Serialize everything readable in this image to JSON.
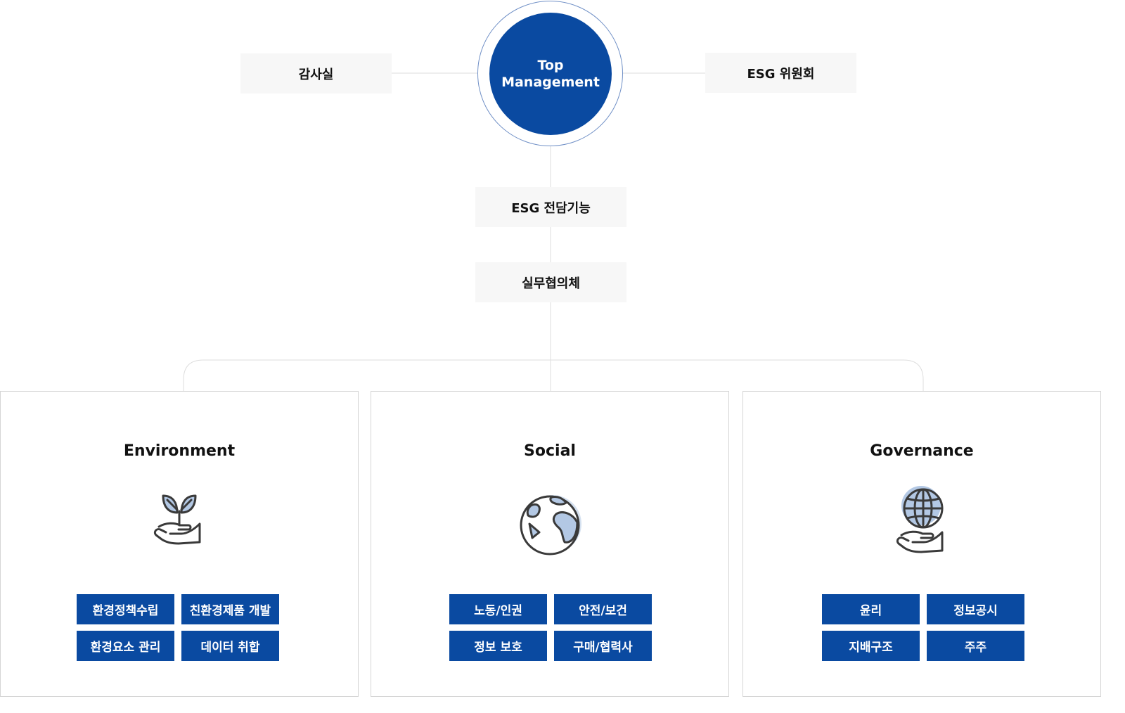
{
  "top": {
    "label": "Top\nManagement"
  },
  "side_nodes": {
    "left": "감사실",
    "right": "ESG 위원회"
  },
  "chain_nodes": [
    "ESG 전담기능",
    "실무협의체"
  ],
  "panels": [
    {
      "title": "Environment",
      "icon": "plant-in-hand-icon",
      "tags": [
        "환경정책수립",
        "친환경제품 개발",
        "환경요소 관리",
        "데이터 취합"
      ]
    },
    {
      "title": "Social",
      "icon": "globe-earth-icon",
      "tags": [
        "노동/인권",
        "안전/보건",
        "정보 보호",
        "구매/협력사"
      ]
    },
    {
      "title": "Governance",
      "icon": "globe-in-hand-icon",
      "tags": [
        "윤리",
        "정보공시",
        "지배구조",
        "주주"
      ]
    }
  ],
  "colors": {
    "primary": "#0a4aa1",
    "ring": "#6f8fc6",
    "node_bg": "#f7f7f7",
    "line": "#dddddd",
    "icon_fill": "#b3c8e4",
    "icon_stroke": "#3a3a3a"
  }
}
